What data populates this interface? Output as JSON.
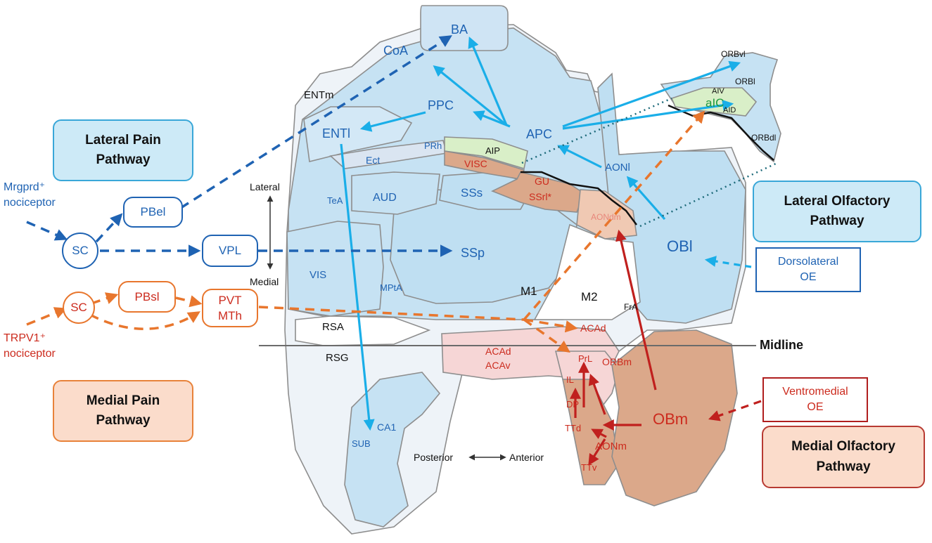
{
  "colors": {
    "cyan_arrow": "#1aaee8",
    "blue_dashed": "#1f63b3",
    "orange_dashed": "#e8762d",
    "red_arrow": "#c0201e",
    "brain_blue": "#c6e2f3",
    "brain_light": "#dce9f5",
    "pink": "#f6d6d6",
    "salmon": "#dba88a",
    "green": "#d9efc8"
  },
  "titles": {
    "lateral_pain": "Lateral Pain\nPathway",
    "medial_pain": "Medial Pain\nPathway",
    "lateral_olfactory": "Lateral Olfactory\nPathway",
    "medial_olfactory": "Medial Olfactory\nPathway"
  },
  "inputs": {
    "mrgprd": "Mrgprd⁺\nnociceptor",
    "trpv1": "TRPV1⁺\nnociceptor",
    "dorsolateral_oe": "Dorsolateral\nOE",
    "ventromedial_oe": "Ventromedial\nOE"
  },
  "nodes": {
    "sc_lateral": "SC",
    "pbel": "PBel",
    "vpl": "VPL",
    "sc_medial": "SC",
    "pbsl": "PBsl",
    "pvt_mth": "PVT\nMTh"
  },
  "axes": {
    "lateral": "Lateral",
    "medial": "Medial",
    "posterior": "Posterior",
    "anterior": "Anterior",
    "midline": "Midline"
  },
  "regions": {
    "ba": "BA",
    "coa": "CoA",
    "ppc": "PPC",
    "apc": "APC",
    "entm": "ENTm",
    "entl": "ENTl",
    "prh": "PRh",
    "ect": "Ect",
    "aip": "AIP",
    "visc": "VISC",
    "gu": "GU",
    "ssrl": "SSrl*",
    "ssp": "SSp",
    "sss": "SSs",
    "aud": "AUD",
    "tea": "TeA",
    "vis": "VIS",
    "mpta": "MPtA",
    "aonl": "AONl",
    "aondm": "AONdm",
    "obl": "OBl",
    "orbvl": "ORBvl",
    "orbl": "ORBl",
    "orbdl": "ORBdl",
    "aiv": "AIV",
    "aic": "aIC",
    "aid": "AID",
    "m1": "M1",
    "m2": "M2",
    "fra": "FrA",
    "rsa": "RSA",
    "rsg": "RSG",
    "acad_top": "ACAd",
    "acad": "ACAd",
    "acav": "ACAv",
    "prl": "PrL",
    "orbm": "ORBm",
    "il": "IL",
    "dp": "DP",
    "ttd": "TTd",
    "aonm": "AONm",
    "ttv": "TTv",
    "obm": "OBm",
    "ca1": "CA1",
    "sub": "SUB"
  }
}
